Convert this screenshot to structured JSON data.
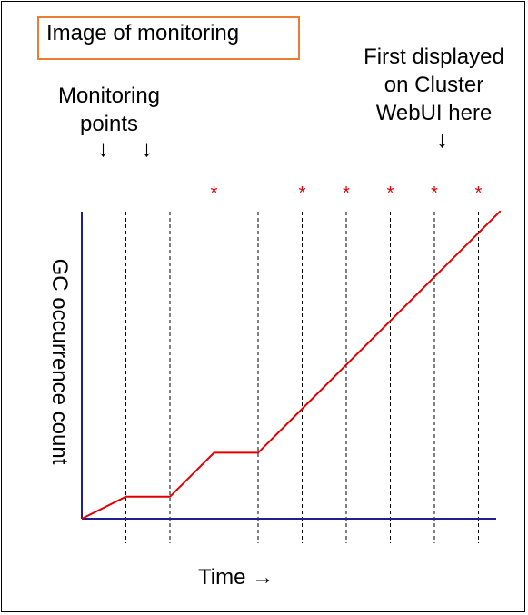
{
  "title": "Image of monitoring",
  "labels": {
    "monitoring_points": [
      "Monitoring",
      "points"
    ],
    "first_displayed": [
      "First displayed",
      "on Cluster",
      "WebUI here"
    ],
    "down_arrow": "↓"
  },
  "axes": {
    "ylabel": "GC occurrence count",
    "xlabel": "Time →"
  },
  "colors": {
    "axis": "#1F1F8F",
    "line": "#E00000",
    "marker": "#E00000",
    "title_border": "#ED7D31",
    "gridline": "#000000"
  },
  "chart_data": {
    "type": "line",
    "monitoring_points": [
      1,
      2,
      3,
      4,
      5,
      6,
      7,
      8,
      9
    ],
    "series": [
      {
        "x": [
          0,
          1,
          2,
          3,
          4,
          5,
          6,
          7,
          8,
          9,
          9.5
        ],
        "y": [
          0,
          1,
          1,
          3,
          3,
          5,
          7,
          9,
          11,
          13,
          14
        ]
      }
    ],
    "marked_points": [
      3,
      5,
      6,
      7,
      8,
      9
    ],
    "marker_symbol": "*"
  }
}
